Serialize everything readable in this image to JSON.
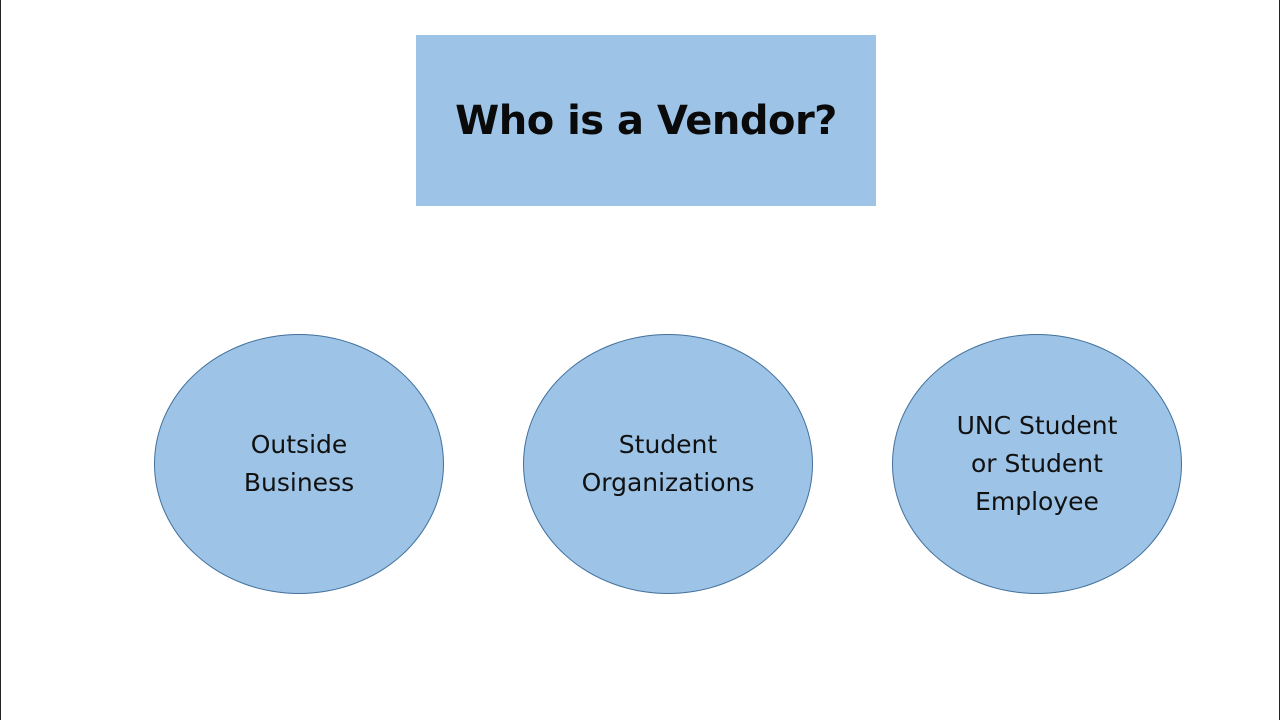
{
  "colors": {
    "shape_fill": "#9dc3e6",
    "ellipse_border": "#41719c",
    "text": "#111111",
    "background": "#ffffff"
  },
  "title": "Who is a Vendor?",
  "nodes": [
    {
      "label": "Outside\nBusiness"
    },
    {
      "label": "Student\nOrganizations"
    },
    {
      "label": "UNC Student\nor Student\nEmployee"
    }
  ]
}
